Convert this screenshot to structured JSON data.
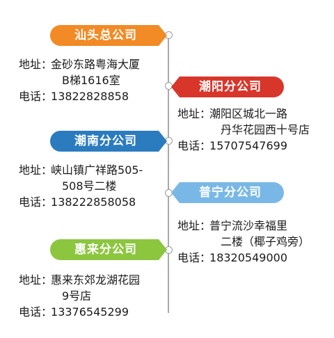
{
  "colors": {
    "shantou": "#f28a26",
    "chaoyang": "#d9362b",
    "chaonan": "#2b7bbf",
    "puning": "#79b8e6",
    "huilai": "#8cc63f",
    "line": "#a9a9a9"
  },
  "branches": [
    {
      "name": "汕头总公司",
      "address_label": "地址",
      "address_line1": "金砂东路粤海大厦",
      "address_line2": "B梯1616室",
      "phone_label": "电话",
      "phone": "13822828858"
    },
    {
      "name": "潮阳分公司",
      "address_label": "地址",
      "address_line1": "潮阳区城北一路",
      "address_line2": "丹华花园西十号店",
      "phone_label": "电话",
      "phone": "15707547699"
    },
    {
      "name": "潮南分公司",
      "address_label": "地址",
      "address_line1": "峡山镇广祥路505-",
      "address_line2": "508号二楼",
      "phone_label": "电话",
      "phone": "138222858058"
    },
    {
      "name": "普宁分公司",
      "address_label": "地址",
      "address_line1": "普宁流沙幸福里",
      "address_line2": "二楼（椰子鸡旁）",
      "phone_label": "电话",
      "phone": "18320549000"
    },
    {
      "name": "惠来分公司",
      "address_label": "地址",
      "address_line1": "惠来东郊龙湖花园",
      "address_line2": "9号店",
      "phone_label": "电话",
      "phone": "13376545299"
    }
  ]
}
